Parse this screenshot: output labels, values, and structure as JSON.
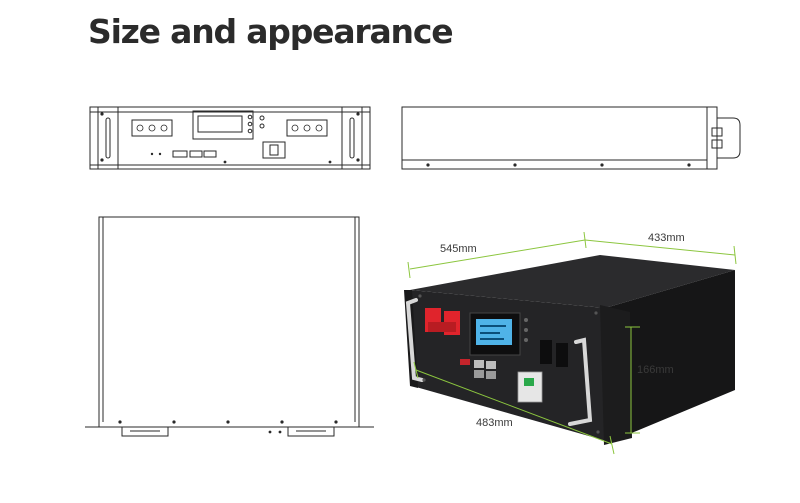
{
  "title": "Size and appearance",
  "dimensions": {
    "depth": "545mm",
    "width_side": "433mm",
    "height": "166mm",
    "front_width": "483mm"
  },
  "colors": {
    "line": "#2a2a2a",
    "dimension_line": "#8cc63f",
    "chassis": "#1f1f20",
    "terminal_red": "#e0242c",
    "screen": "#4fb3e8"
  }
}
